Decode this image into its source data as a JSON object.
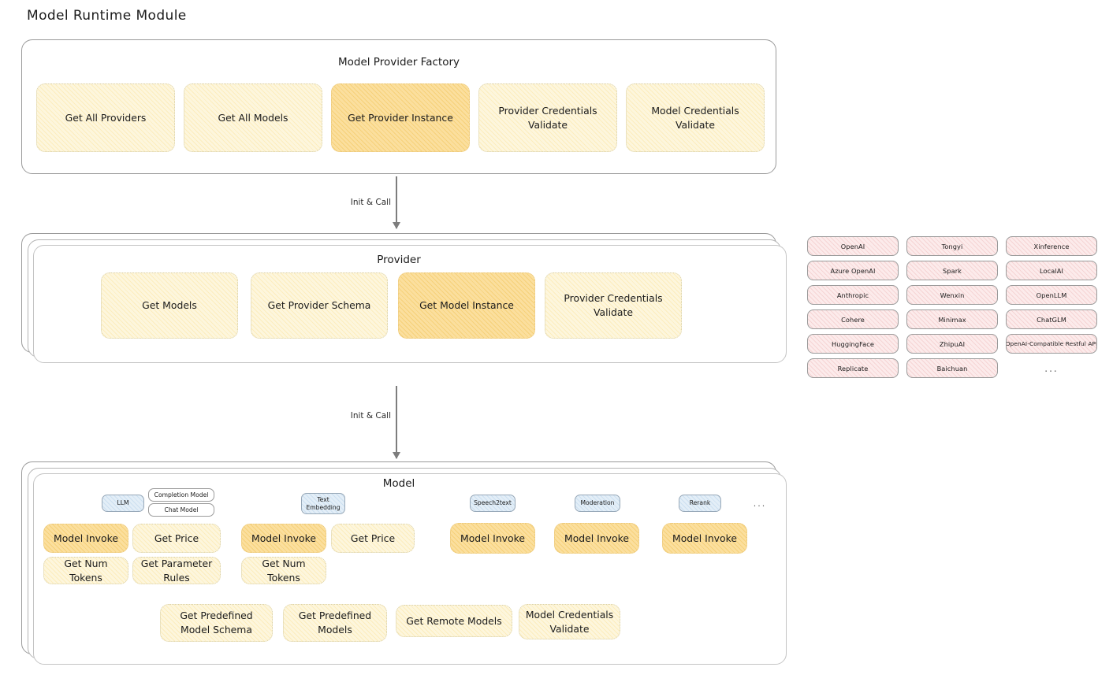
{
  "page": {
    "title": "Model Runtime Module"
  },
  "connectors": [
    {
      "label": "Init & Call"
    },
    {
      "label": "Init & Call"
    }
  ],
  "factory": {
    "title": "Model Provider Factory",
    "methods": [
      {
        "label": "Get All Providers",
        "highlighted": false
      },
      {
        "label": "Get All Models",
        "highlighted": false
      },
      {
        "label": "Get Provider Instance",
        "highlighted": true
      },
      {
        "label": "Provider Credentials Validate",
        "highlighted": false
      },
      {
        "label": "Model Credentials Validate",
        "highlighted": false
      }
    ]
  },
  "provider": {
    "title": "Provider",
    "methods": [
      {
        "label": "Get Models",
        "highlighted": false
      },
      {
        "label": "Get Provider Schema",
        "highlighted": false
      },
      {
        "label": "Get Model Instance",
        "highlighted": true
      },
      {
        "label": "Provider Credentials Validate",
        "highlighted": false
      }
    ]
  },
  "provider_list": {
    "items": [
      "OpenAI",
      "Tongyi",
      "Xinference",
      "Azure OpenAI",
      "Spark",
      "LocalAI",
      "Anthropic",
      "Wenxin",
      "OpenLLM",
      "Cohere",
      "Minimax",
      "ChatGLM",
      "HuggingFace",
      "ZhipuAI",
      "OpenAI-Compatible Restful API",
      "Replicate",
      "Baichuan",
      "..."
    ]
  },
  "model": {
    "title": "Model",
    "badges": [
      {
        "label": "LLM",
        "style": "blue"
      },
      {
        "label": "Completion Model",
        "style": "plain"
      },
      {
        "label": "Chat Model",
        "style": "plain"
      },
      {
        "label": "Text Embedding",
        "style": "blue"
      },
      {
        "label": "Speech2text",
        "style": "blue"
      },
      {
        "label": "Moderation",
        "style": "blue"
      },
      {
        "label": "Rerank",
        "style": "blue"
      },
      {
        "label": "...",
        "style": "dots"
      }
    ],
    "methods": [
      {
        "label": "Model Invoke",
        "highlighted": true
      },
      {
        "label": "Get Price",
        "highlighted": false
      },
      {
        "label": "Get Num Tokens",
        "highlighted": false
      },
      {
        "label": "Get Parameter Rules",
        "highlighted": false
      },
      {
        "label": "Model Invoke",
        "highlighted": true
      },
      {
        "label": "Get Price",
        "highlighted": false
      },
      {
        "label": "Get Num Tokens",
        "highlighted": false
      },
      {
        "label": "Model Invoke",
        "highlighted": true
      },
      {
        "label": "Model Invoke",
        "highlighted": true
      },
      {
        "label": "Model Invoke",
        "highlighted": true
      }
    ],
    "shared_methods": [
      {
        "label": "Get Predefined Model Schema",
        "highlighted": false
      },
      {
        "label": "Get Predefined Models",
        "highlighted": false
      },
      {
        "label": "Get Remote Models",
        "highlighted": false
      },
      {
        "label": "Model Credentials Validate",
        "highlighted": false
      }
    ]
  },
  "colors": {
    "highlight": "#fbdf9e",
    "method_fill": "#fdf6dd",
    "provider_chip": "#fcebeb",
    "badge_blue": "#e3eef7",
    "stroke": "#9a9a9a"
  }
}
